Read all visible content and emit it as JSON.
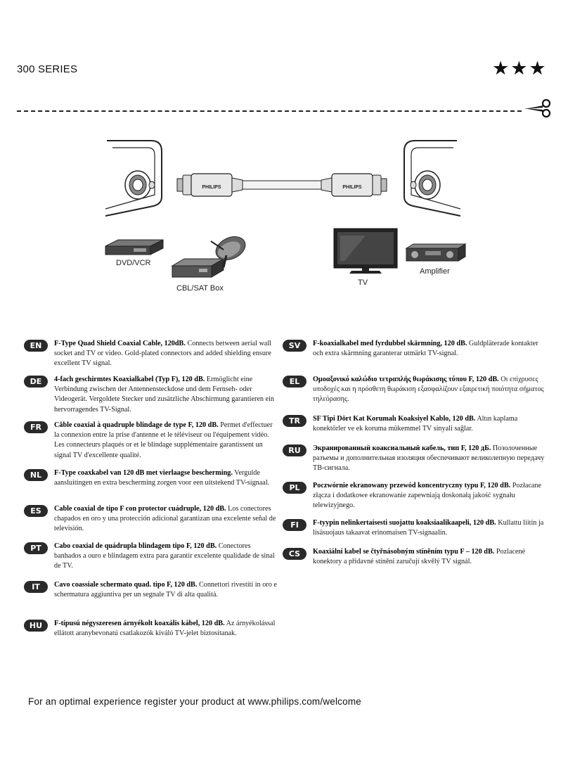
{
  "header": {
    "series": "300 SERIES",
    "stars": "★★★"
  },
  "illustration": {
    "brand_left": "PHILIPS",
    "brand_right": "PHILIPS",
    "dvd_label": "DVD/VCR",
    "cbl_label": "CBL/SAT Box",
    "tv_label": "TV",
    "amp_label": "Amplifier"
  },
  "entries_left": [
    {
      "code": "EN",
      "title": "F-Type Quad Shield Coaxial Cable, 120dB.",
      "body": "Connects between aerial wall socket and TV or video. Gold-plated connectors and added shielding ensure excellent TV signal."
    },
    {
      "code": "DE",
      "title": "4-fach geschirmtes Koaxialkabel (Typ F), 120 dB.",
      "body": "Ermöglicht eine Verbindung zwischen der Antennensteckdose und dem Fernseh- oder Videogerät. Vergoldete Stecker und zusätzliche Abschirmung garantieren ein hervorragendes TV-Signal."
    },
    {
      "code": "FR",
      "title": "Câble coaxial à quadruple blindage de type F, 120 dB.",
      "body": "Permet d'effectuer la connexion entre la prise d'antenne et le téléviseur ou l'équipement vidéo. Les connecteurs plaqués or et le blindage supplémentaire garantissent un signal TV d'excellente qualité."
    },
    {
      "code": "NL",
      "title": "F-Type coaxkabel van 120 dB met vierlaagse bescherming.",
      "body": "Vergulde aansluitingen en extra bescherming zorgen voor een uitstekend TV-signaal."
    },
    {
      "code": "ES",
      "title": "Cable coaxial de tipo F con protector cuádruple, 120 dB.",
      "body": "Los conectores chapados en oro y una protección adicional garantizan una excelente señal de televisión."
    },
    {
      "code": "PT",
      "title": "Cabo coaxial de quádrupla blindagem tipo F, 120 dB.",
      "body": "Conectores banhados a ouro e blindagem extra para garantir excelente qualidade de sinal de TV."
    },
    {
      "code": "IT",
      "title": "Cavo coassiale schermato quad. tipo F, 120 dB.",
      "body": "Connettori rivestiti in oro e schermatura aggiuntiva per un segnale TV di alta qualità."
    },
    {
      "code": "HU",
      "title": "F-típusú négyszeresen árnyékolt koaxális kábel, 120 dB.",
      "body": "Az árnyékolással ellátott aranybevonatú csatlakozók kiváló TV-jelet biztosítanak."
    }
  ],
  "entries_right": [
    {
      "code": "SV",
      "title": "F-koaxialkabel med fyrdubbel skärmning, 120 dB.",
      "body": "Guldpläterade kontakter och extra skärmning garanterar utmärkt TV-signal."
    },
    {
      "code": "EL",
      "title": "Ομοαξονικό καλώδιο τετραπλής θωράκισης τύπου F, 120 dB.",
      "body": "Οι επίχρυσες υποδοχές και η πρόσθετη θωράκιση εξασφαλίζουν εξαιρετική ποιότητα σήματος τηλεόρασης."
    },
    {
      "code": "TR",
      "title": "SF Tipi Dört Kat Korumalı Koaksiyel Kablo, 120 dB.",
      "body": "Altın kaplama konektörler ve ek koruma mükemmel TV sinyali sağlar."
    },
    {
      "code": "RU",
      "title": "Экранированный коаксиальный кабель, тип F, 120 дБ.",
      "body": "Позолоченные разъемы и дополнительная изоляция обеспечивают великолепную передачу ТВ-сигнала."
    },
    {
      "code": "PL",
      "title": "Poczwórnie ekranowany przewód koncentryczny typu F, 120 dB.",
      "body": "Pozłacane złącza i dodatkowe ekranowanie zapewniają doskonałą jakość sygnału telewizyjnego."
    },
    {
      "code": "FI",
      "title": "F-tyypin nelinkertaisesti suojattu koaksiaalikaapeli, 120 dB.",
      "body": "Kullattu liitin ja lisäsuojaus takaavat erinomaisen TV-signaalin."
    },
    {
      "code": "CS",
      "title": "Koaxiální kabel se čtyřnásobným stíněním typu F – 120 dB.",
      "body": "Pozlacené konektory a přídavné stínění zaručují skvělý TV signál."
    }
  ],
  "footer": {
    "text": "For an optimal experience register your product at www.philips.com/welcome"
  }
}
